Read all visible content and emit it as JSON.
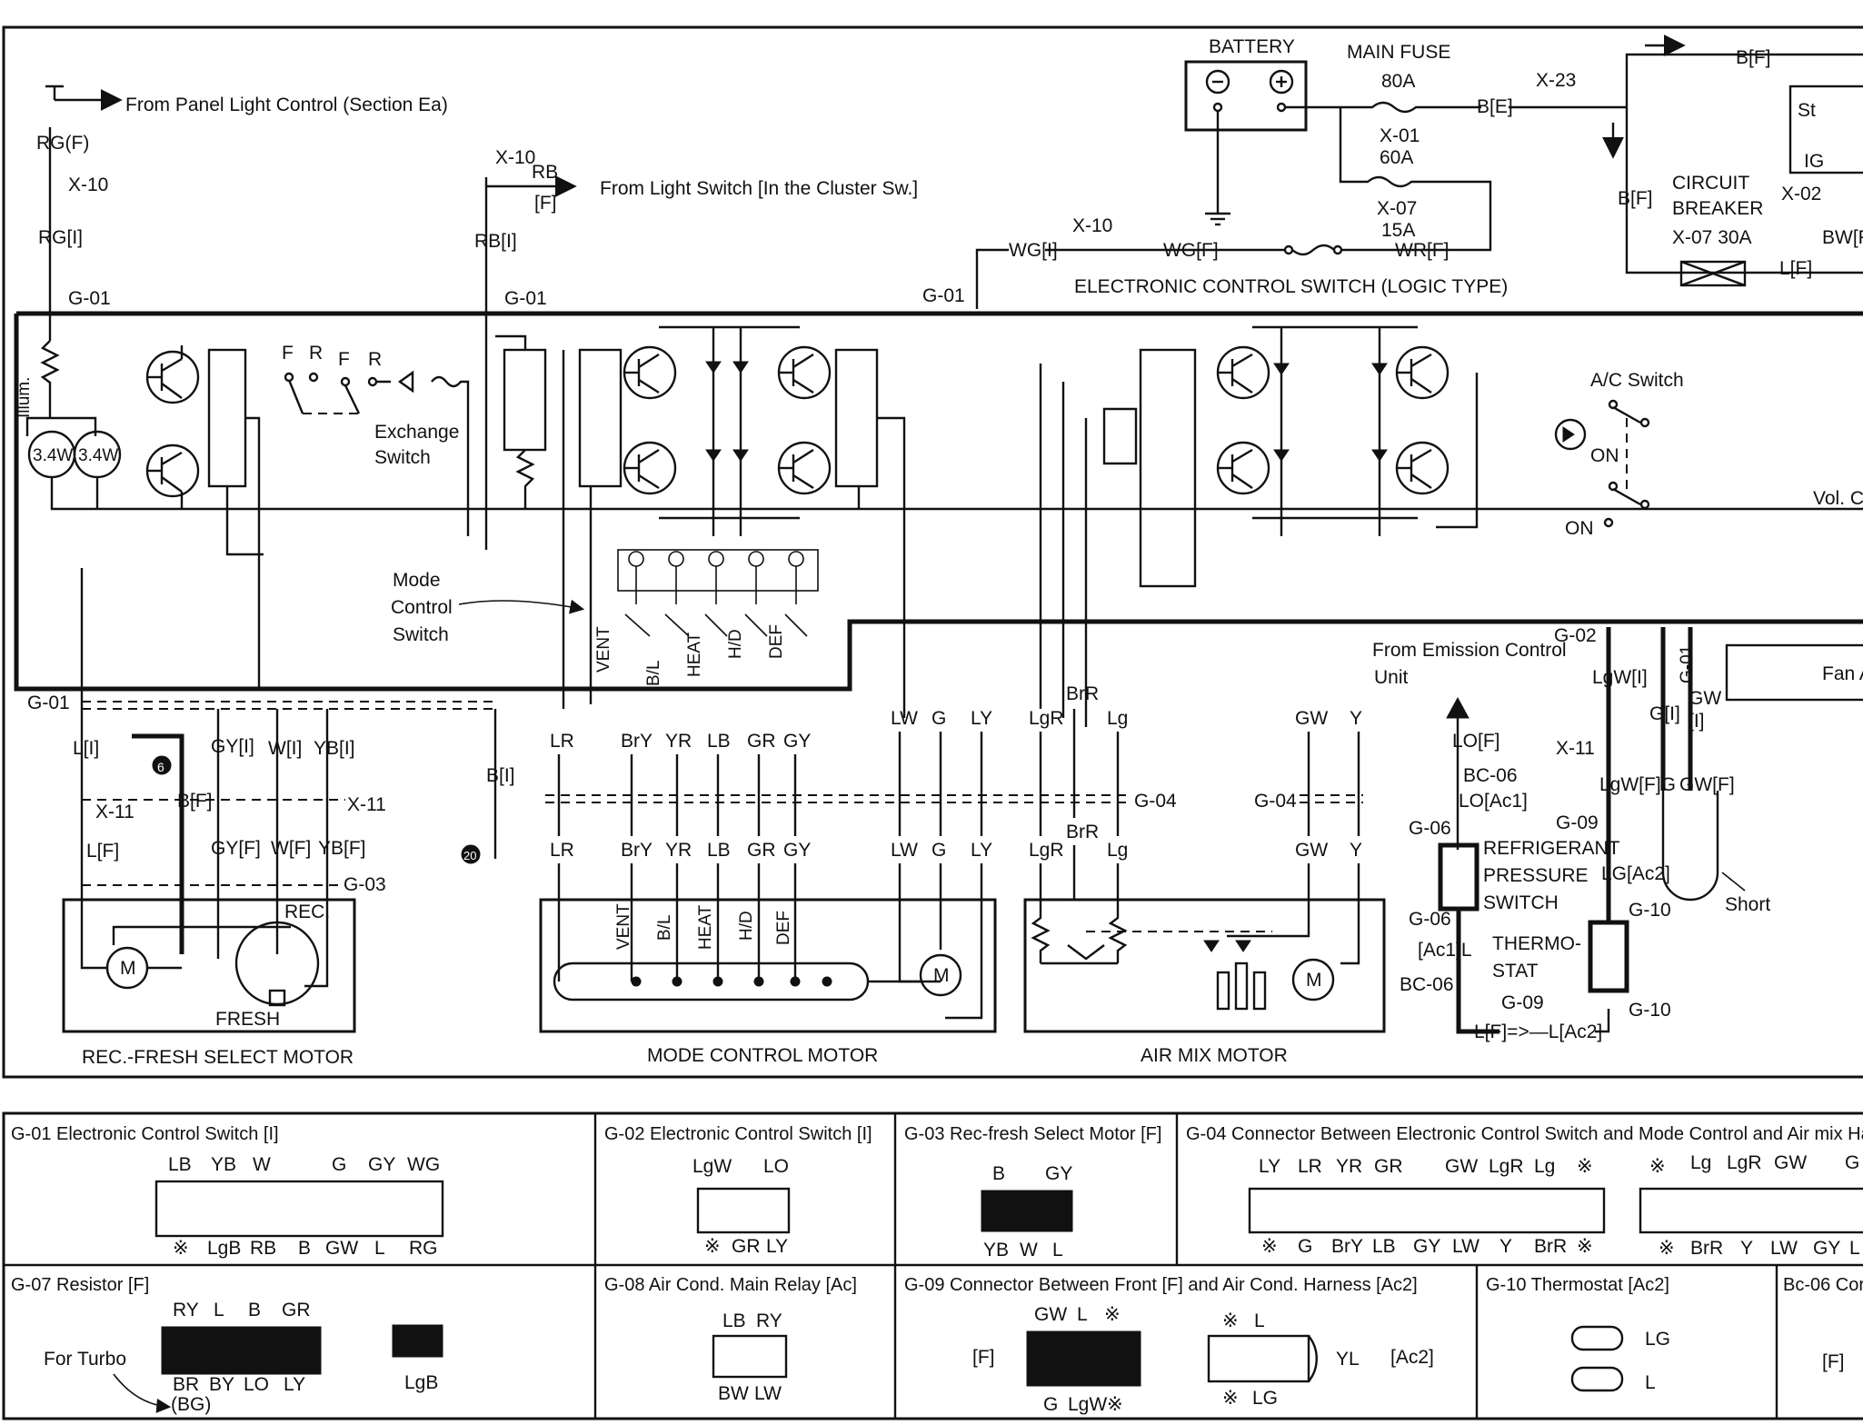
{
  "colors": {
    "ink": "#111111",
    "paper": "#ffffff"
  },
  "top": {
    "battery": "BATTERY",
    "main_fuse": "MAIN FUSE",
    "fuse_80a": "80A",
    "x01": "X-01",
    "fuse_60a": "60A",
    "x23": "X-23",
    "bf_e": "B[E]",
    "bf_f": "B[F]",
    "x07": "X-07",
    "fuse_15a": "15A",
    "x10": "X-10",
    "wg_i": "WG[I]",
    "wg_f": "WG[F]",
    "wr_f": "WR[F]",
    "g01": "G-01",
    "ecs_title": "ELECTRONIC CONTROL SWITCH (LOGIC TYPE)",
    "circuit": "CIRCUIT",
    "breaker": "BREAKER",
    "x07_30a": "X-07  30A",
    "bf_v": "B[F]",
    "l_f": "L[F]",
    "st": "St",
    "ig": "IG",
    "x02": "X-02",
    "bw_f": "BW[F"
  },
  "left": {
    "panel_light": "From Panel Light Control (Section Ea)",
    "rg_f": "RG(F)",
    "x10": "X-10",
    "rg_i": "RG[I]",
    "g01": "G-01",
    "illum": "Illum.",
    "bulb1": "3.4W",
    "bulb2": "3.4W",
    "light_switch": "From Light Switch [In the Cluster Sw.]",
    "x10b": "X-10",
    "rb": "RB",
    "f_bracket": "[F]",
    "rb_i": "RB[I]",
    "g01b": "G-01",
    "f1": "F",
    "r1": "R",
    "f2": "F",
    "r2": "R",
    "exchange": "Exchange",
    "switch": "Switch",
    "mode": "Mode",
    "control": "Control",
    "switch2": "Switch"
  },
  "ac": {
    "ac_switch": "A/C Switch",
    "on1": "ON",
    "on2": "ON",
    "vol": "Vol. C",
    "fan": "Fan A",
    "from_emission": "From Emission Control",
    "unit": "Unit",
    "g02": "G-02",
    "lgw_i": "LgW[I]",
    "g01": "G-01",
    "gw_lbl": "GW",
    "i_lbl": "[I]",
    "g_i": "G[I]",
    "lo_f": "LO[F]",
    "bc06": "BC-06",
    "lo_ac1": "LO[Ac1]",
    "g06": "G-06",
    "refrigerant": "REFRIGERANT",
    "pressure": "PRESSURE",
    "switch": "SWITCH",
    "g06b": "G-06",
    "ac1l": "[Ac1]L",
    "bc06b": "BC-06",
    "g09": "G-09",
    "lf_lac2": "L[F]=>—L[Ac2]",
    "g10": "G-10",
    "thermo": "THERMO-",
    "stat": "STAT",
    "lg_ac2": "LG[Ac2]",
    "g09b": "G-09",
    "g10b": "G-10",
    "x11": "X-11",
    "lgw_f": "LgW[F]G",
    "gw_f": "GW[F]",
    "short": "Short"
  },
  "wires": {
    "g01": "G-01",
    "l_i": "L[I]",
    "gy_i": "GY[I]",
    "w_i": "W[I]",
    "yb_i": "YB[I]",
    "ground6": "6",
    "x11a": "X-11",
    "x11b": "X-11",
    "bf": "B[F]",
    "l_f": "L[F]",
    "gy_f": "GY[F]",
    "w_f": "W[F]",
    "yb_f": "YB[F]",
    "g03": "G-03",
    "b_i": "B[I]",
    "ground20": "20",
    "mode_wires_top": [
      "LR",
      "BrY",
      "YR",
      "LB",
      "GR",
      "GY"
    ],
    "mode_wires_bot": [
      "LR",
      "BrY",
      "YR",
      "LB",
      "GR",
      "GY"
    ],
    "mid_wires_top": [
      "LW",
      "G",
      "LY"
    ],
    "mid_wires_bot": [
      "LW",
      "G",
      "LY"
    ],
    "mix_top": [
      "LgR",
      "BrR",
      "Lg"
    ],
    "mix_bot": [
      "LgR",
      "BrR",
      "Lg"
    ],
    "gw_y_top": [
      "GW",
      "Y"
    ],
    "gw_y_bot": [
      "GW",
      "Y"
    ],
    "g04a": "G-04",
    "g04b": "G-04",
    "mode_keys": [
      "VENT",
      "B/L",
      "HEAT",
      "H/D",
      "DEF"
    ]
  },
  "motors": {
    "rec_fresh": "REC.-FRESH SELECT MOTOR",
    "rec": "REC.",
    "fresh": "FRESH",
    "m": "M",
    "mode_motor": "MODE CONTROL MOTOR",
    "mode_keys": [
      "VENT",
      "B/L",
      "HEAT",
      "H/D",
      "DEF"
    ],
    "air_mix": "AIR MIX MOTOR"
  },
  "connectors": {
    "g01": {
      "title": "G-01 Electronic Control Switch [I]",
      "top": [
        "LB",
        "YB",
        "W",
        "G",
        "GY",
        "WG"
      ],
      "bottom": [
        "※",
        "LgB",
        "RB",
        "B",
        "GW",
        "L",
        "RG"
      ]
    },
    "g02": {
      "title": "G-02 Electronic Control Switch [I]",
      "top": [
        "LgW",
        "LO"
      ],
      "bottom": [
        "※",
        "GR",
        "LY"
      ]
    },
    "g03": {
      "title": "G-03 Rec-fresh Select Motor [F]",
      "top": [
        "B",
        "GY"
      ],
      "bottom": [
        "YB",
        "W",
        "L"
      ]
    },
    "g04": {
      "title": "G-04 Connector Between Electronic Control Switch and Mode Control and Air mix Ha",
      "top_left": [
        "LY",
        "LR",
        "YR",
        "GR",
        "GW",
        "LgR",
        "Lg",
        "※"
      ],
      "bottom_left": [
        "※",
        "G",
        "BrY",
        "LB",
        "GY",
        "LW",
        "Y",
        "BrR",
        "※"
      ],
      "top_right": [
        "※",
        "Lg",
        "LgR",
        "GW",
        "G"
      ],
      "bottom_right": [
        "※",
        "BrR",
        "Y",
        "LW",
        "GY",
        "L"
      ]
    },
    "g07": {
      "title": "G-07 Resistor [F]",
      "for_turbo": "For Turbo",
      "top": [
        "RY",
        "L",
        "B",
        "GR"
      ],
      "bottom": [
        "BR",
        "BY",
        "LO",
        "LY"
      ],
      "bg": "(BG)",
      "lgb": "LgB"
    },
    "g08": {
      "title": "G-08 Air Cond. Main Relay [Ac]",
      "top": [
        "LB",
        "RY"
      ],
      "bottom": [
        "BW",
        "LW"
      ]
    },
    "g09": {
      "title": "G-09 Connector Between Front [F] and Air Cond. Harness [Ac2]",
      "f": "[F]",
      "top_left": [
        "GW",
        "L",
        "※"
      ],
      "bottom_left": [
        "G",
        "LgW",
        "※"
      ],
      "right_top": [
        "※",
        "L"
      ],
      "right_bottom": [
        "※",
        "LG"
      ],
      "yl": "YL",
      "ac2": "[Ac2]"
    },
    "g10": {
      "title": "G-10 Thermostat [Ac2]",
      "lg": "LG",
      "l": "L"
    },
    "bc06": {
      "title": "Bc-06 Cor",
      "f": "[F]"
    }
  }
}
